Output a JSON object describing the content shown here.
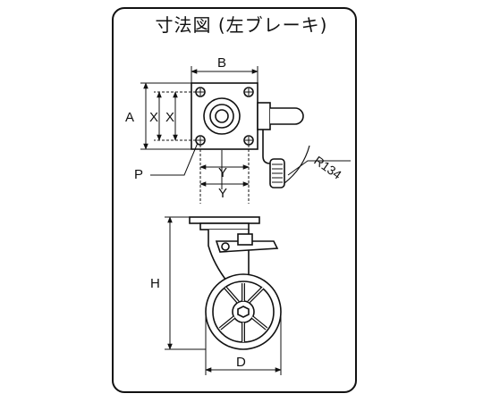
{
  "title": "寸法図 (左ブレーキ)",
  "labels": {
    "B": "B",
    "A": "A",
    "X1": "X",
    "X2": "X",
    "P": "P",
    "Y1": "Y",
    "Y2": "Y",
    "R": "R134",
    "H": "H",
    "D": "D"
  },
  "colors": {
    "line": "#111111",
    "fill": "#f2f2f2",
    "dark": "#333333"
  }
}
